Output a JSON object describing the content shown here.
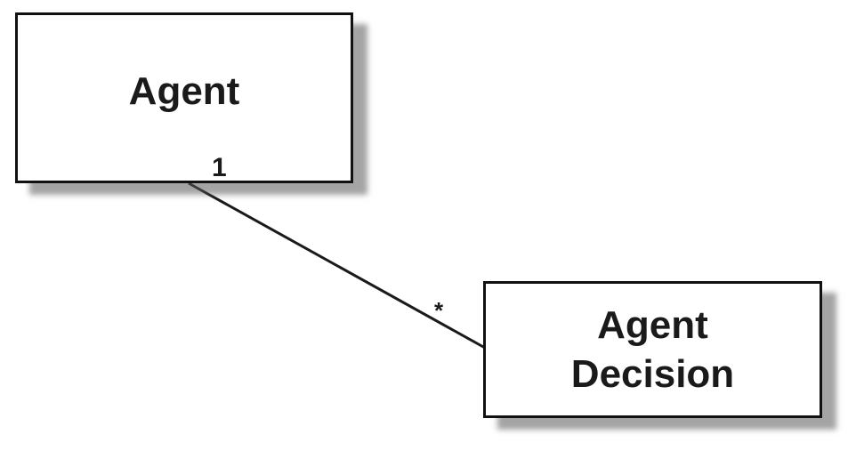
{
  "diagram": {
    "classes": {
      "agent": {
        "label": "Agent"
      },
      "agent_decision": {
        "label_line1": "Agent",
        "label_line2": "Decision"
      }
    },
    "association": {
      "source_multiplicity": "1",
      "target_multiplicity": "*"
    }
  }
}
